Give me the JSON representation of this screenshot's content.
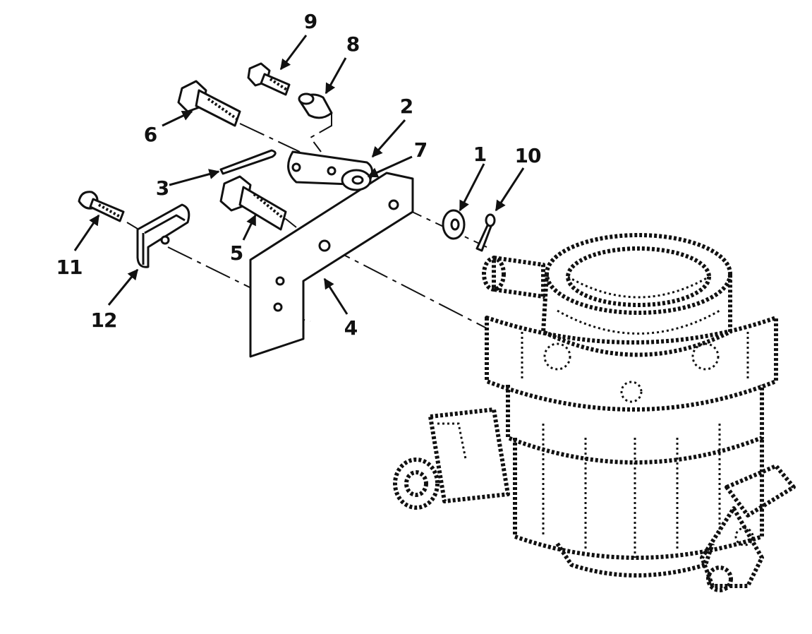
{
  "callouts": [
    {
      "id": "1",
      "label": "1"
    },
    {
      "id": "2",
      "label": "2"
    },
    {
      "id": "3",
      "label": "3"
    },
    {
      "id": "4",
      "label": "4"
    },
    {
      "id": "5",
      "label": "5"
    },
    {
      "id": "6",
      "label": "6"
    },
    {
      "id": "7",
      "label": "7"
    },
    {
      "id": "8",
      "label": "8"
    },
    {
      "id": "9",
      "label": "9"
    },
    {
      "id": "10",
      "label": "10"
    },
    {
      "id": "11",
      "label": "11"
    },
    {
      "id": "12",
      "label": "12"
    }
  ],
  "colors": {
    "ink": "#111111",
    "paper": "#ffffff"
  }
}
